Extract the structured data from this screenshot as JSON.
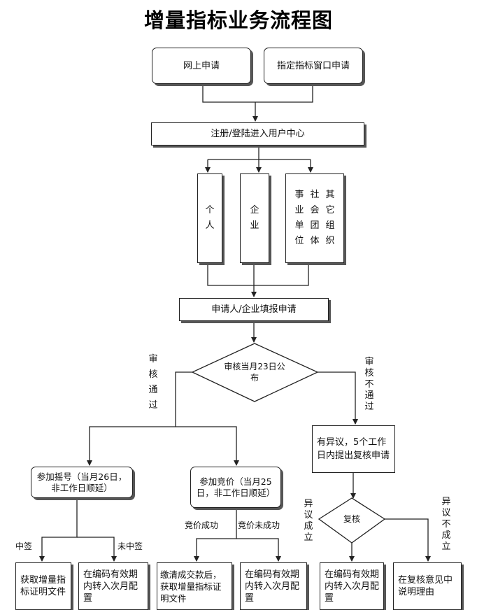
{
  "title": "增量指标业务流程图",
  "nodes": {
    "online_apply": "网上申请",
    "window_apply": "指定指标窗口申请",
    "register_login": "注册/登陆进入用户中心",
    "individual": "个人",
    "enterprise": "企业",
    "other_orgs": [
      "事业单位",
      "社会团体",
      "其它组织"
    ],
    "fill_apply": "申请人/企业填报申请",
    "review_decision": "审核当月23日公布",
    "objection": "有异议，5个工作日内提出复核申请",
    "lottery": "参加摇号（当月26日，非工作日顺延）",
    "bidding": "参加竞价（当月25日，非工作日顺延）",
    "recheck": "复核",
    "get_cert_lottery": "获取增量指标证明文件",
    "carry_next_lottery": "在编码有效期内转入次月配置",
    "pay_get_cert": "缴清成交款后，获取增量指标证明文件",
    "carry_next_bid": "在编码有效期内转入次月配置",
    "carry_next_recheck": "在编码有效期内转入次月配置",
    "explain_reason": "在复核意见中说明理由"
  },
  "edge_labels": {
    "review_pass": "审核通过",
    "review_fail": "审核不通过",
    "win": "中签",
    "not_win": "未中签",
    "bid_success": "竞价成功",
    "bid_fail": "竞价未成功",
    "objection_valid": "异议成立",
    "objection_invalid": "异议不成立"
  }
}
